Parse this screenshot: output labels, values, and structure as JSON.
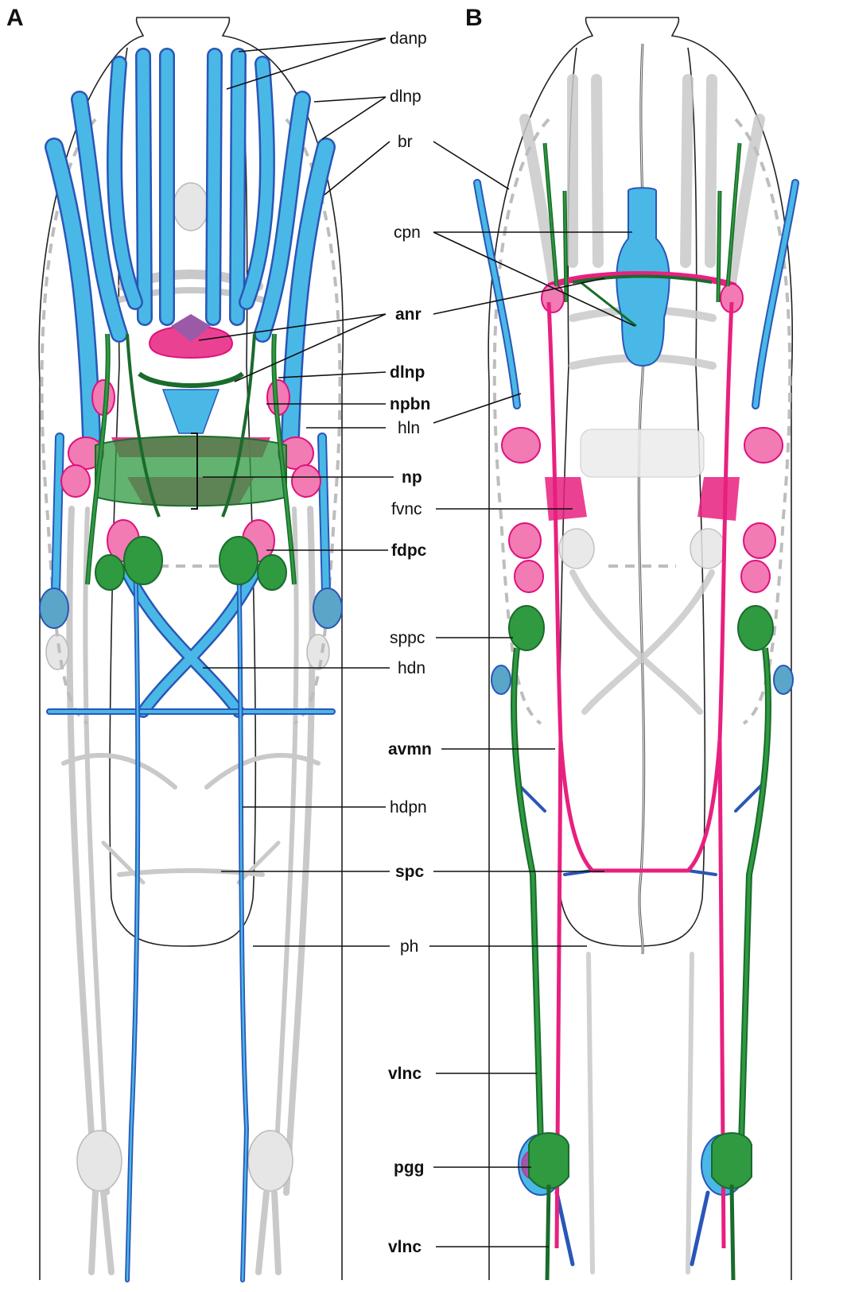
{
  "panels": {
    "a": "A",
    "b": "B"
  },
  "labels": {
    "danp": "danp",
    "dlnp": "dlnp",
    "br": "br",
    "cpn": "cpn",
    "anr": "anr",
    "dlnp_bold": "dlnp",
    "npbn": "npbn",
    "hln": "hln",
    "np": "np",
    "fvnc": "fvnc",
    "fdpc": "fdpc",
    "sppc": "sppc",
    "hdn": "hdn",
    "avmn": "avmn",
    "hdpn": "hdpn",
    "spc": "spc",
    "ph": "ph",
    "vlnc": "vlnc",
    "pgg": "pgg",
    "vlnc_bottom": "vlnc"
  },
  "colors": {
    "blue_fill": "#49b8e6",
    "blue_stroke": "#2a56b8",
    "pink": "#e8207f",
    "pink_light": "#f27bb4",
    "green": "#2f9a40",
    "green_dark": "#1a6b2c",
    "grey": "#cfcfcf",
    "outline": "#222222"
  }
}
